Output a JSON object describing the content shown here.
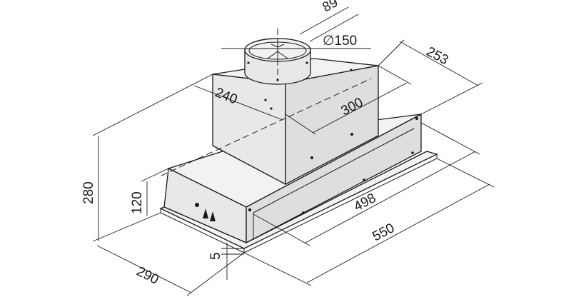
{
  "diagram": {
    "dimensions": {
      "depth_total": "290",
      "height_total": "280",
      "height_body": "120",
      "panel_thickness": "5",
      "chimney_width": "240",
      "chimney_depth": "300",
      "width_total": "550",
      "width_inner": "498",
      "depth_top": "253",
      "collar_diameter": "∅150",
      "collar_offset": "89"
    }
  }
}
